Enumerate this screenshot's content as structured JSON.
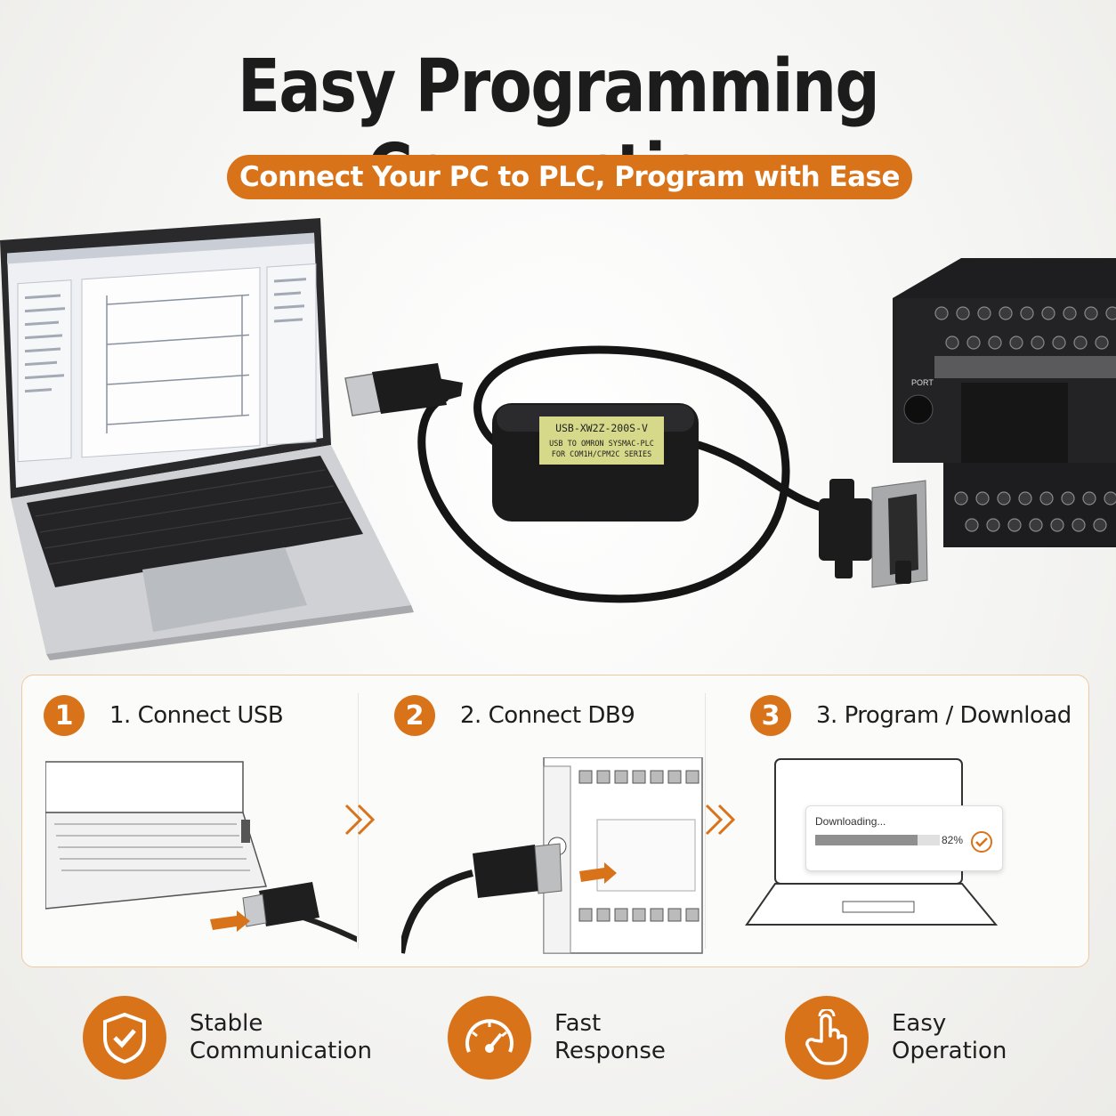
{
  "header": {
    "title": "Easy Programming Connection",
    "subtitle": "Connect Your PC to PLC, Program with Ease"
  },
  "hero": {
    "adapter_label_line1": "USB-XW2Z-200S-V",
    "adapter_label_line2": "USB TO OMRON SYSMAC-PLC",
    "adapter_label_line3": "FOR COM1H/CPM2C SERIES",
    "plc_port_label": "PORT"
  },
  "steps": [
    {
      "number": "1",
      "label": "1. Connect USB"
    },
    {
      "number": "2",
      "label": "2. Connect DB9"
    },
    {
      "number": "3",
      "label": "3. Program / Download"
    }
  ],
  "download": {
    "label": "Downloading...",
    "progress": 0.82,
    "percent_text": "82%"
  },
  "features": [
    {
      "line1": "Stable",
      "line2": "Communication",
      "icon": "shield-check-icon"
    },
    {
      "line1": "Fast",
      "line2": "Response",
      "icon": "speedometer-icon"
    },
    {
      "line1": "Easy",
      "line2": "Operation",
      "icon": "hand-pointer-icon"
    }
  ],
  "colors": {
    "accent": "#d9731a",
    "text": "#1c1c1c",
    "adapter_label_bg": "#d7d98a"
  }
}
